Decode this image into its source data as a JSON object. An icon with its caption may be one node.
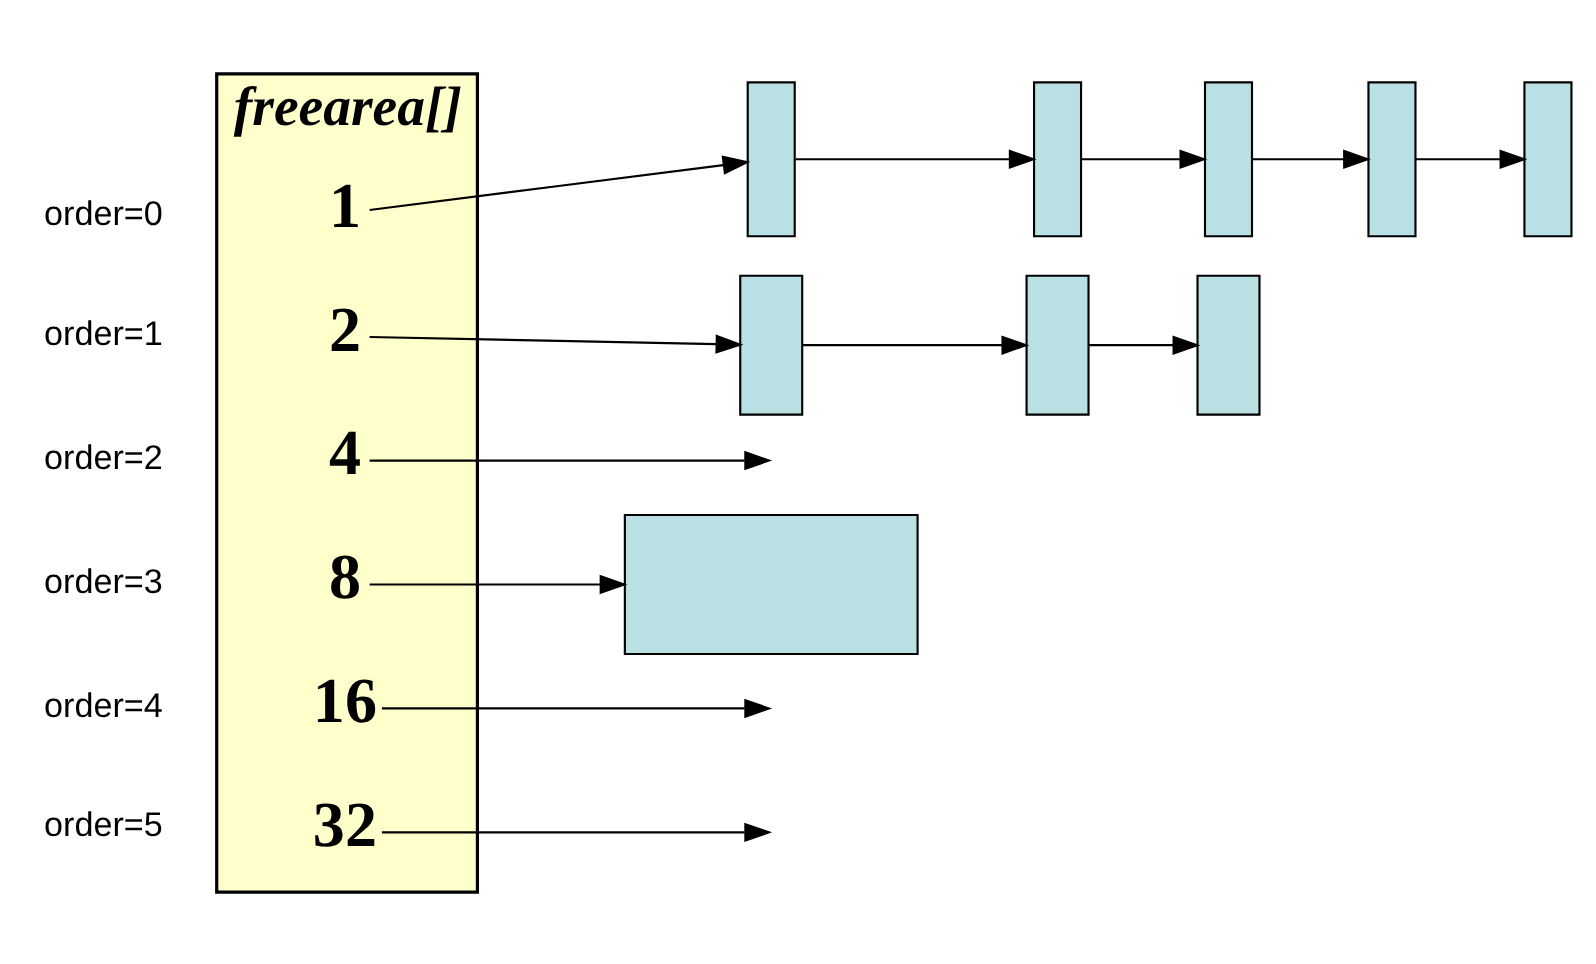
{
  "diagram": {
    "nodes": [
      {
        "text": [
          "freearea[]"
        ]
      },
      {
        "text": [
          "1"
        ],
        "in": 0
      },
      {
        "text": [
          "2"
        ],
        "in": 0
      },
      {
        "text": [
          "4"
        ],
        "in": 0
      },
      {
        "text": [
          "8"
        ],
        "in": 0
      },
      {
        "text": [
          "16"
        ],
        "in": 0
      },
      {
        "text": [
          "32"
        ],
        "in": 0
      },
      {
        "text": [],
        "shape": "box"
      },
      {
        "text": [],
        "shape": "box"
      },
      {
        "text": [],
        "shape": "box"
      },
      {
        "text": [],
        "shape": "box"
      },
      {
        "text": [],
        "shape": "box"
      },
      {
        "text": [],
        "shape": "box"
      },
      {
        "text": [],
        "shape": "box"
      },
      {
        "text": [],
        "shape": "box"
      },
      {
        "text": [],
        "shape": "box"
      }
    ],
    "edges": [
      {
        "from": 1,
        "to": 7,
        "arrow": "to"
      },
      {
        "from": 7,
        "to": 8,
        "arrow": "to"
      },
      {
        "from": 8,
        "to": 9,
        "arrow": "to"
      },
      {
        "from": 9,
        "to": 10,
        "arrow": "to"
      },
      {
        "from": 10,
        "to": 11,
        "arrow": "to"
      },
      {
        "from": 2,
        "to": 12,
        "arrow": "to"
      },
      {
        "from": 12,
        "to": 13,
        "arrow": "to"
      },
      {
        "from": 13,
        "to": 14,
        "arrow": "to"
      },
      {
        "from": 3,
        "to": null,
        "arrow": "to"
      },
      {
        "from": 4,
        "to": 15,
        "arrow": "to"
      },
      {
        "from": 5,
        "to": null,
        "arrow": "to"
      },
      {
        "from": 6,
        "to": null,
        "arrow": "to"
      }
    ],
    "labels": [
      "order=0",
      "order=1",
      "order=2",
      "order=3",
      "order=4",
      "order=5"
    ]
  }
}
